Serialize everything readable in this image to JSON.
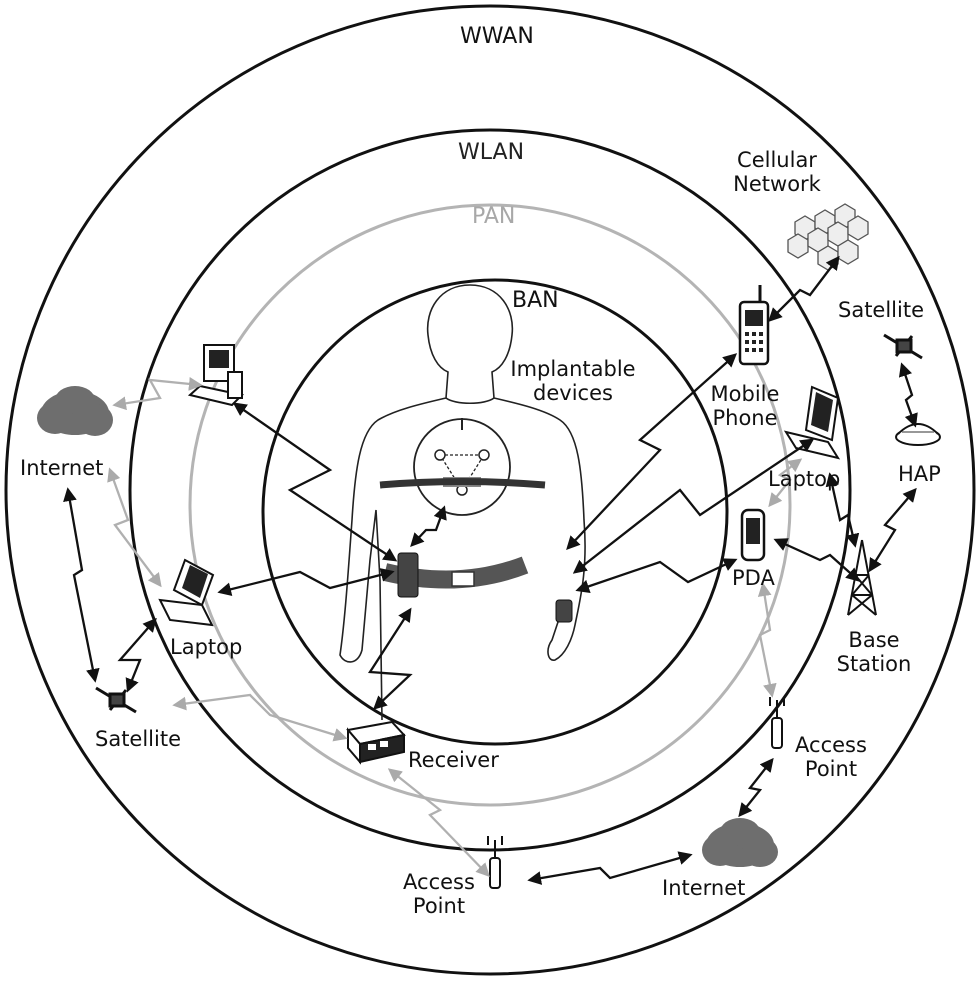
{
  "rings": {
    "wwan": "WWAN",
    "wlan": "WLAN",
    "pan": "PAN",
    "ban": "BAN"
  },
  "labels": {
    "cellular_network_1": "Cellular",
    "cellular_network_2": "Network",
    "satellite_right": "Satellite",
    "hap": "HAP",
    "mobile_phone_1": "Mobile",
    "mobile_phone_2": "Phone",
    "implantable_1": "Implantable",
    "implantable_2": "devices",
    "laptop_right": "Laptop",
    "pda": "PDA",
    "base_station_1": "Base",
    "base_station_2": "Station",
    "access_point_right_1": "Access",
    "access_point_right_2": "Point",
    "internet_bottom": "Internet",
    "access_point_bottom_1": "Access",
    "access_point_bottom_2": "Point",
    "receiver": "Receiver",
    "satellite_left": "Satellite",
    "laptop_left": "Laptop",
    "internet_left": "Internet"
  },
  "colors": {
    "ring_dark": "#111111",
    "ring_grey": "#b4b4b4",
    "link_dark": "#111111",
    "link_grey": "#b0b0b0",
    "cloud": "#6e6e6e"
  },
  "icons": [
    "person-outline-icon",
    "desktop-computer-icon",
    "cloud-icon",
    "laptop-icon",
    "satellite-icon",
    "receiver-box-icon",
    "access-point-antenna-icon",
    "mobile-phone-icon",
    "pda-icon",
    "cellular-hex-grid-icon",
    "hap-balloon-icon",
    "base-station-tower-icon",
    "wrist-sensor-icon",
    "belt-sensor-icon"
  ]
}
